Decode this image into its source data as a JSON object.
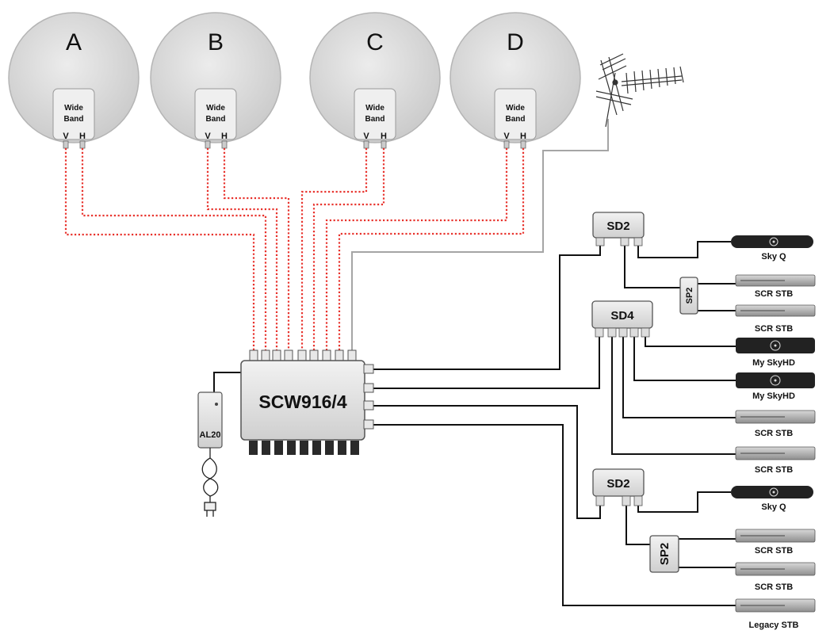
{
  "dishes": [
    {
      "letter": "A",
      "lnb_line1": "Wide",
      "lnb_line2": "Band",
      "v": "V",
      "h": "H"
    },
    {
      "letter": "B",
      "lnb_line1": "Wide",
      "lnb_line2": "Band",
      "v": "V",
      "h": "H"
    },
    {
      "letter": "C",
      "lnb_line1": "Wide",
      "lnb_line2": "Band",
      "v": "V",
      "h": "H"
    },
    {
      "letter": "D",
      "lnb_line1": "Wide",
      "lnb_line2": "Band",
      "v": "V",
      "h": "H"
    }
  ],
  "switch": {
    "label": "SCW916/4"
  },
  "psu": {
    "label": "AL20"
  },
  "splitters": {
    "sd2_top": "SD2",
    "sd4": "SD4",
    "sd2_bottom": "SD2",
    "sp2_top": "SP2",
    "sp2_bottom": "SP2"
  },
  "receivers": [
    {
      "label": "Sky Q",
      "kind": "skyq"
    },
    {
      "label": "SCR STB",
      "kind": "stb"
    },
    {
      "label": "SCR STB",
      "kind": "stb"
    },
    {
      "label": "My SkyHD",
      "kind": "skyhd"
    },
    {
      "label": "My SkyHD",
      "kind": "skyhd"
    },
    {
      "label": "SCR STB",
      "kind": "stb"
    },
    {
      "label": "SCR STB",
      "kind": "stb"
    },
    {
      "label": "Sky Q",
      "kind": "skyq"
    },
    {
      "label": "SCR STB",
      "kind": "stb"
    },
    {
      "label": "SCR STB",
      "kind": "stb"
    },
    {
      "label": "Legacy STB",
      "kind": "stb"
    }
  ],
  "colors": {
    "sat_cable": "#e8322c",
    "terrestrial_cable": "#a5a5a5",
    "coax_cable": "#111111",
    "dish_fill": "#d9d9d9",
    "device_fill": "#dcdcdc"
  }
}
